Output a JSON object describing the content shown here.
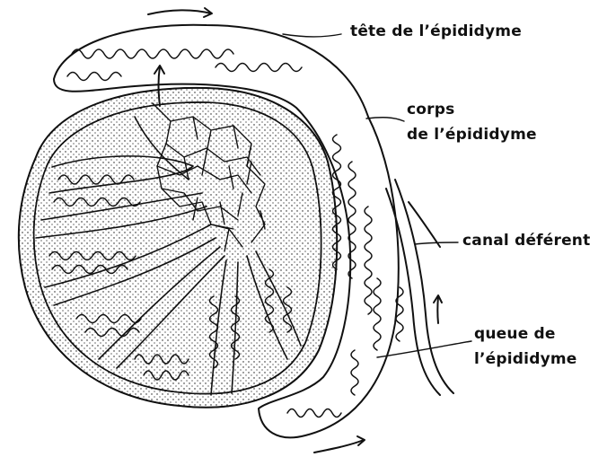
{
  "labels": {
    "tete": "tête de l’épididyme",
    "corps_line1": "corps",
    "corps_line2": "de l’épididyme",
    "canal": "canal déférent",
    "queue_line1": "queue de",
    "queue_line2": "l’épididyme"
  },
  "colors": {
    "ink": "#111111",
    "background": "#ffffff"
  }
}
